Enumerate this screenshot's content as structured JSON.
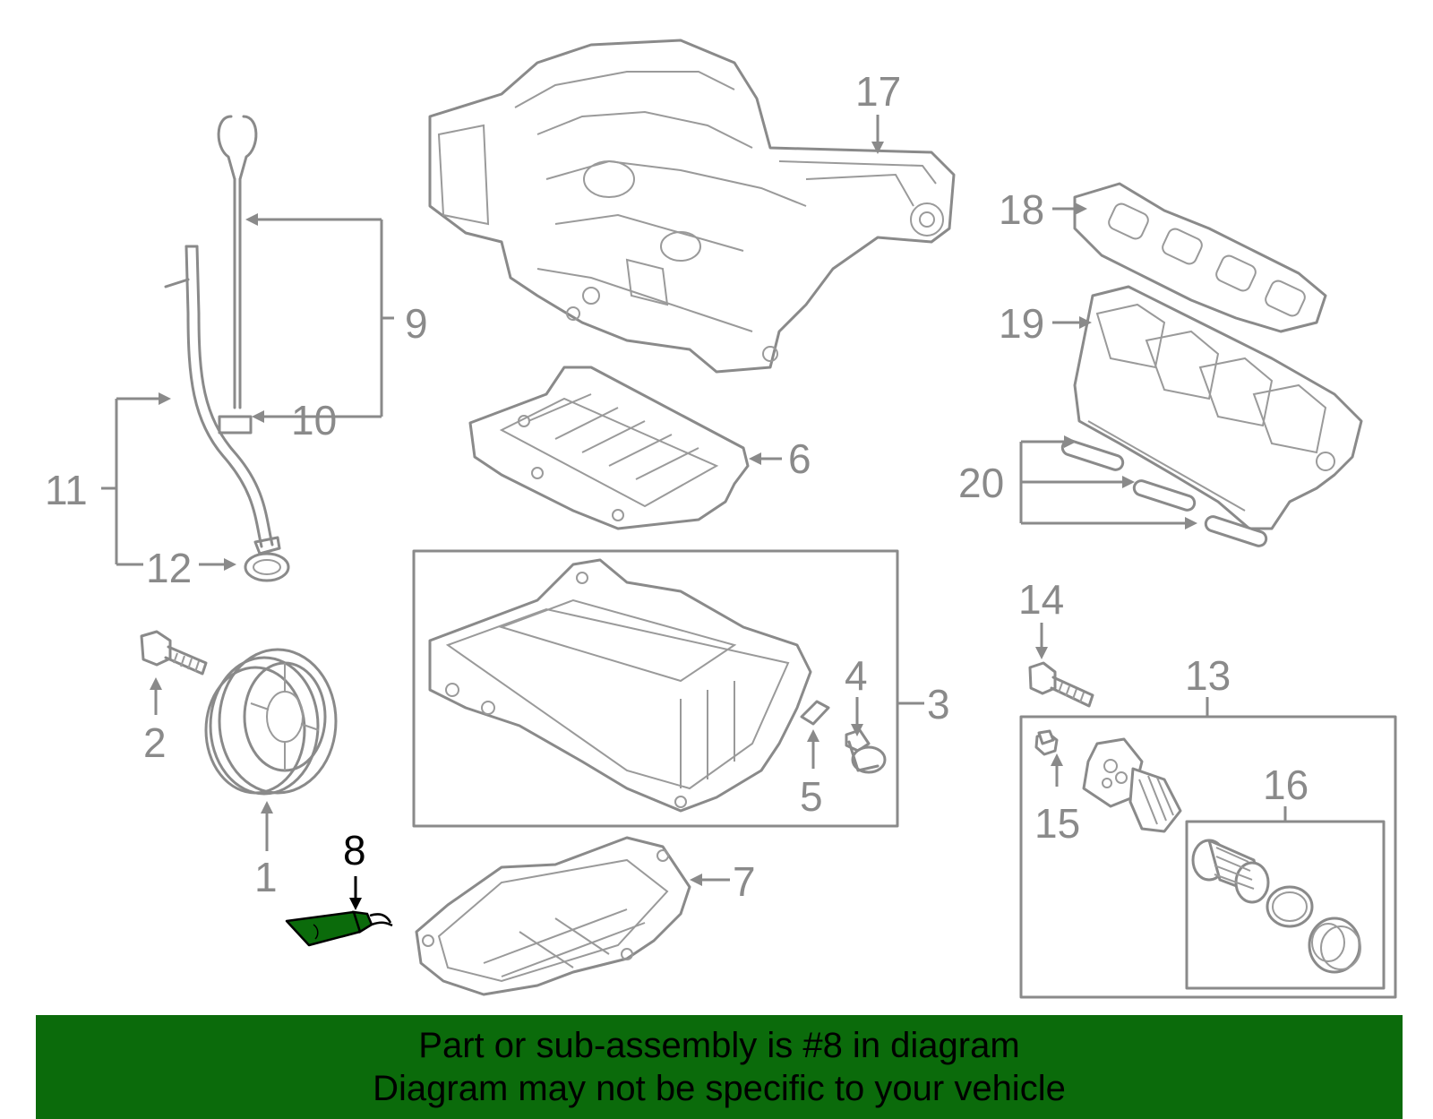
{
  "diagram": {
    "highlight_color": "#0b6b0b",
    "callouts": [
      "1",
      "2",
      "3",
      "4",
      "5",
      "6",
      "7",
      "8",
      "9",
      "10",
      "11",
      "12",
      "13",
      "14",
      "15",
      "16",
      "17",
      "18",
      "19",
      "20"
    ],
    "highlighted_part": "8"
  },
  "banner": {
    "line1": "Part or sub-assembly is #8 in diagram",
    "line2": "Diagram may not be specific to your vehicle",
    "background": "#0b6b0b"
  }
}
